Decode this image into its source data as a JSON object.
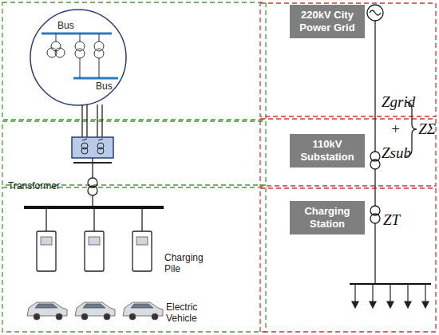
{
  "diagram": {
    "nodes": [
      {
        "text": [
          "220kV City Power Grid"
        ]
      },
      {
        "text": [
          "110kV Substation"
        ]
      },
      {
        "text": [
          "Charging Station"
        ]
      }
    ],
    "labels": [
      "Bus",
      "Bus",
      "Transformer",
      "Charging Pile",
      "Electric Vehicle",
      "Zgrid",
      "+",
      "Zsub",
      "ZΣ",
      "ZT"
    ]
  }
}
